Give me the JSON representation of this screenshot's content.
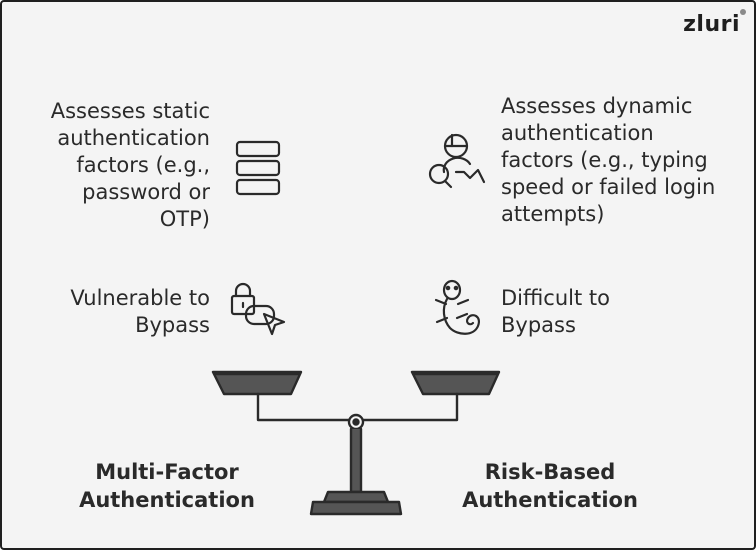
{
  "brand": {
    "name": "zluri"
  },
  "left": {
    "factors_text": "Assesses static\nauthentication\nfactors (e.g.,\npassword or\nOTP)",
    "bypass_text": "Vulnerable to\nBypass",
    "title": "Multi-Factor\nAuthentication",
    "factors_icon": "stacked-list-icon",
    "bypass_icon": "lock-cursor-icon"
  },
  "right": {
    "factors_text": "Assesses dynamic\nauthentication\nfactors (e.g., typing\nspeed or failed login\nattempts)",
    "bypass_text": "Difficult to\nBypass",
    "title": "Risk-Based\nAuthentication",
    "factors_icon": "user-search-icon",
    "bypass_icon": "lizard-icon"
  },
  "diagram": {
    "icon": "balance-scale-icon"
  },
  "colors": {
    "background": "#f4f4f4",
    "ink": "#2a2a2a",
    "pan_fill": "#555555"
  }
}
